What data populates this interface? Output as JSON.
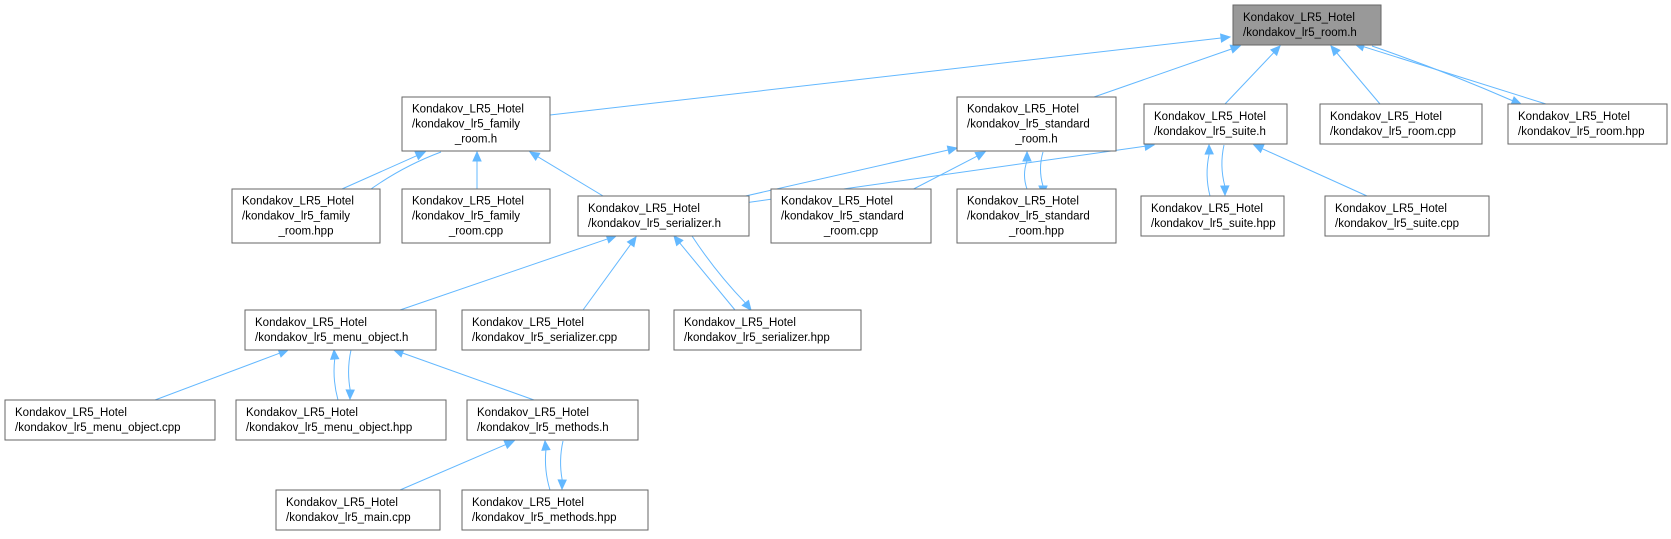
{
  "diagram": {
    "edge_color": "#63b8ff",
    "node_border_color": "#666666",
    "root_fill_color": "#999999",
    "nodes": [
      {
        "id": "room_h",
        "lines": [
          "Kondakov_LR5_Hotel",
          "/kondakov_lr5_room.h"
        ],
        "root": true
      },
      {
        "id": "family_room_h",
        "lines": [
          "Kondakov_LR5_Hotel",
          "/kondakov_lr5_family",
          "_room.h"
        ]
      },
      {
        "id": "standard_room_h",
        "lines": [
          "Kondakov_LR5_Hotel",
          "/kondakov_lr5_standard",
          "_room.h"
        ]
      },
      {
        "id": "suite_h",
        "lines": [
          "Kondakov_LR5_Hotel",
          "/kondakov_lr5_suite.h"
        ]
      },
      {
        "id": "room_cpp",
        "lines": [
          "Kondakov_LR5_Hotel",
          "/kondakov_lr5_room.cpp"
        ]
      },
      {
        "id": "room_hpp",
        "lines": [
          "Kondakov_LR5_Hotel",
          "/kondakov_lr5_room.hpp"
        ]
      },
      {
        "id": "family_room_hpp",
        "lines": [
          "Kondakov_LR5_Hotel",
          "/kondakov_lr5_family",
          "_room.hpp"
        ]
      },
      {
        "id": "family_room_cpp",
        "lines": [
          "Kondakov_LR5_Hotel",
          "/kondakov_lr5_family",
          "_room.cpp"
        ]
      },
      {
        "id": "serializer_h",
        "lines": [
          "Kondakov_LR5_Hotel",
          "/kondakov_lr5_serializer.h"
        ]
      },
      {
        "id": "standard_room_cpp",
        "lines": [
          "Kondakov_LR5_Hotel",
          "/kondakov_lr5_standard",
          "_room.cpp"
        ]
      },
      {
        "id": "standard_room_hpp",
        "lines": [
          "Kondakov_LR5_Hotel",
          "/kondakov_lr5_standard",
          "_room.hpp"
        ]
      },
      {
        "id": "suite_hpp",
        "lines": [
          "Kondakov_LR5_Hotel",
          "/kondakov_lr5_suite.hpp"
        ]
      },
      {
        "id": "suite_cpp",
        "lines": [
          "Kondakov_LR5_Hotel",
          "/kondakov_lr5_suite.cpp"
        ]
      },
      {
        "id": "menu_object_h",
        "lines": [
          "Kondakov_LR5_Hotel",
          "/kondakov_lr5_menu_object.h"
        ]
      },
      {
        "id": "serializer_cpp",
        "lines": [
          "Kondakov_LR5_Hotel",
          "/kondakov_lr5_serializer.cpp"
        ]
      },
      {
        "id": "serializer_hpp",
        "lines": [
          "Kondakov_LR5_Hotel",
          "/kondakov_lr5_serializer.hpp"
        ]
      },
      {
        "id": "menu_object_cpp",
        "lines": [
          "Kondakov_LR5_Hotel",
          "/kondakov_lr5_menu_object.cpp"
        ]
      },
      {
        "id": "menu_object_hpp",
        "lines": [
          "Kondakov_LR5_Hotel",
          "/kondakov_lr5_menu_object.hpp"
        ]
      },
      {
        "id": "methods_h",
        "lines": [
          "Kondakov_LR5_Hotel",
          "/kondakov_lr5_methods.h"
        ]
      },
      {
        "id": "main_cpp",
        "lines": [
          "Kondakov_LR5_Hotel",
          "/kondakov_lr5_main.cpp"
        ]
      },
      {
        "id": "methods_hpp",
        "lines": [
          "Kondakov_LR5_Hotel",
          "/kondakov_lr5_methods.hpp"
        ]
      }
    ],
    "edges": [
      {
        "from": "family_room_h",
        "to": "room_h"
      },
      {
        "from": "standard_room_h",
        "to": "room_h"
      },
      {
        "from": "suite_h",
        "to": "room_h"
      },
      {
        "from": "room_cpp",
        "to": "room_h"
      },
      {
        "from": "room_hpp",
        "to": "room_h"
      },
      {
        "from": "room_h",
        "to": "room_hpp"
      },
      {
        "from": "family_room_hpp",
        "to": "family_room_h"
      },
      {
        "from": "family_room_h",
        "to": "family_room_hpp"
      },
      {
        "from": "family_room_cpp",
        "to": "family_room_h"
      },
      {
        "from": "serializer_h",
        "to": "family_room_h"
      },
      {
        "from": "serializer_h",
        "to": "standard_room_h"
      },
      {
        "from": "serializer_h",
        "to": "suite_h"
      },
      {
        "from": "standard_room_cpp",
        "to": "standard_room_h"
      },
      {
        "from": "standard_room_hpp",
        "to": "standard_room_h"
      },
      {
        "from": "standard_room_h",
        "to": "standard_room_hpp"
      },
      {
        "from": "suite_hpp",
        "to": "suite_h"
      },
      {
        "from": "suite_h",
        "to": "suite_hpp"
      },
      {
        "from": "suite_cpp",
        "to": "suite_h"
      },
      {
        "from": "menu_object_h",
        "to": "serializer_h"
      },
      {
        "from": "serializer_cpp",
        "to": "serializer_h"
      },
      {
        "from": "serializer_hpp",
        "to": "serializer_h"
      },
      {
        "from": "serializer_h",
        "to": "serializer_hpp"
      },
      {
        "from": "menu_object_cpp",
        "to": "menu_object_h"
      },
      {
        "from": "menu_object_hpp",
        "to": "menu_object_h"
      },
      {
        "from": "menu_object_h",
        "to": "menu_object_hpp"
      },
      {
        "from": "methods_h",
        "to": "menu_object_h"
      },
      {
        "from": "main_cpp",
        "to": "methods_h"
      },
      {
        "from": "methods_hpp",
        "to": "methods_h"
      },
      {
        "from": "methods_h",
        "to": "methods_hpp"
      }
    ]
  }
}
